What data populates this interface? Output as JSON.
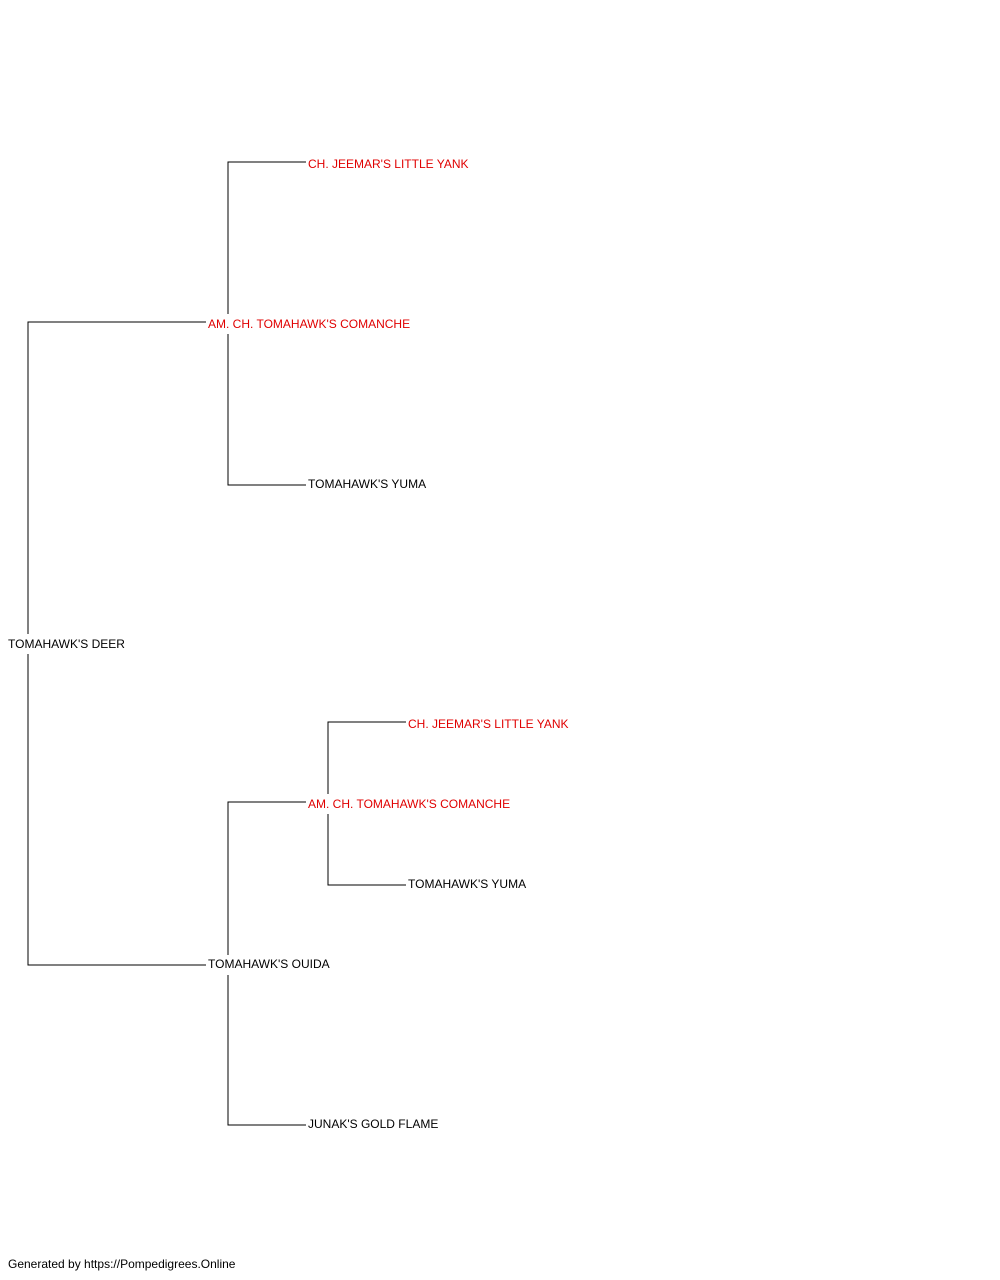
{
  "colors": {
    "champion": "#e00000",
    "normal": "#000000"
  },
  "pedigree": {
    "root": {
      "name": "TOMAHAWK'S DEER",
      "champion": false,
      "sire": {
        "name": "AM. CH. TOMAHAWK'S COMANCHE",
        "champion": true,
        "sire": {
          "name": "CH. JEEMAR'S LITTLE YANK",
          "champion": true
        },
        "dam": {
          "name": "TOMAHAWK'S YUMA",
          "champion": false
        }
      },
      "dam": {
        "name": "TOMAHAWK'S OUIDA",
        "champion": false,
        "sire": {
          "name": "AM. CH. TOMAHAWK'S COMANCHE",
          "champion": true,
          "sire": {
            "name": "CH. JEEMAR'S LITTLE YANK",
            "champion": true
          },
          "dam": {
            "name": "TOMAHAWK'S YUMA",
            "champion": false
          }
        },
        "dam": {
          "name": "JUNAK'S GOLD FLAME",
          "champion": false
        }
      }
    }
  },
  "footer": {
    "text": "Generated by https://Pompedigrees.Online"
  }
}
